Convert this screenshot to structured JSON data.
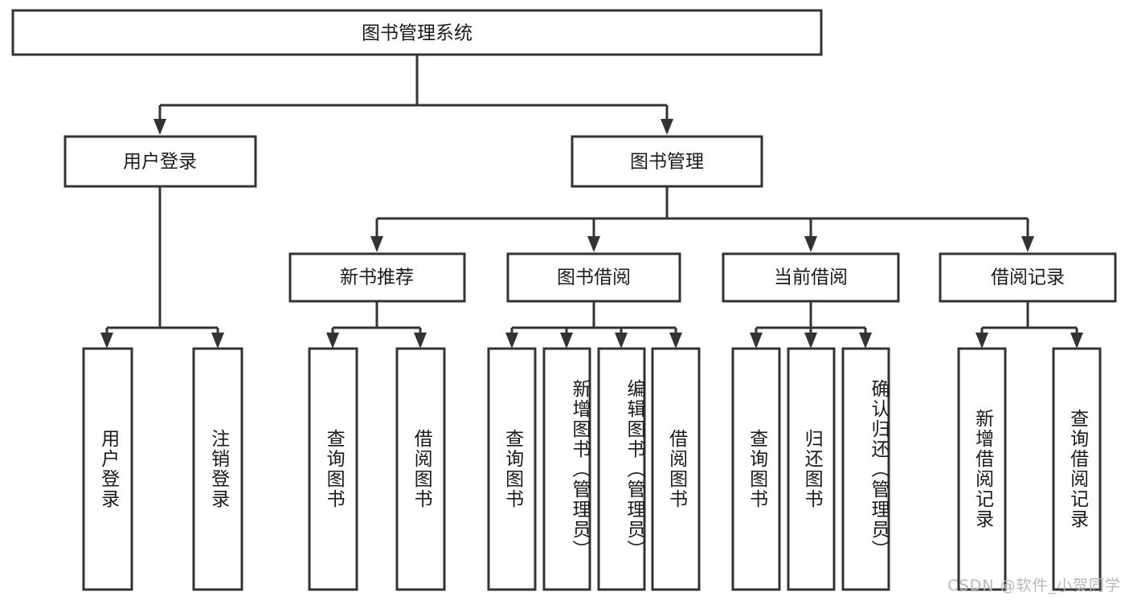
{
  "diagram": {
    "type": "tree",
    "title": "图书管理系统",
    "orientation": "top-down",
    "colors": {
      "stroke": "#333333",
      "box_fill": "#ffffff",
      "text": "#1a1a1a",
      "watermark": "#b8b8b8",
      "background": "#ffffff"
    },
    "levels": [
      {
        "level": 1,
        "nodes": [
          {
            "id": "root",
            "label": "图书管理系统",
            "orientation": "horizontal"
          }
        ]
      },
      {
        "level": 2,
        "nodes": [
          {
            "id": "user-login",
            "label": "用户登录",
            "orientation": "horizontal",
            "parent": "root"
          },
          {
            "id": "book-manage",
            "label": "图书管理",
            "orientation": "horizontal",
            "parent": "root"
          }
        ]
      },
      {
        "level": 3,
        "nodes": [
          {
            "id": "new-book-rec",
            "label": "新书推荐",
            "orientation": "horizontal",
            "parent": "book-manage"
          },
          {
            "id": "book-borrow",
            "label": "图书借阅",
            "orientation": "horizontal",
            "parent": "book-manage"
          },
          {
            "id": "current-borrow",
            "label": "当前借阅",
            "orientation": "horizontal",
            "parent": "book-manage"
          },
          {
            "id": "borrow-record",
            "label": "借阅记录",
            "orientation": "horizontal",
            "parent": "book-manage"
          }
        ]
      },
      {
        "level": 4,
        "nodes": [
          {
            "id": "leaf-user-login",
            "label": "用户登录",
            "orientation": "vertical",
            "parent": "user-login"
          },
          {
            "id": "leaf-logout",
            "label": "注销登录",
            "orientation": "vertical",
            "parent": "user-login"
          },
          {
            "id": "leaf-query-book-1",
            "label": "查询图书",
            "orientation": "vertical",
            "parent": "new-book-rec"
          },
          {
            "id": "leaf-borrow-book-1",
            "label": "借阅图书",
            "orientation": "vertical",
            "parent": "new-book-rec"
          },
          {
            "id": "leaf-query-book-2",
            "label": "查询图书",
            "orientation": "vertical",
            "parent": "book-borrow"
          },
          {
            "id": "leaf-add-book",
            "label": "新增图书（管理员）",
            "orientation": "vertical",
            "parent": "book-borrow"
          },
          {
            "id": "leaf-edit-book",
            "label": "编辑图书（管理员）",
            "orientation": "vertical",
            "parent": "book-borrow"
          },
          {
            "id": "leaf-borrow-book-2",
            "label": "借阅图书",
            "orientation": "vertical",
            "parent": "book-borrow"
          },
          {
            "id": "leaf-query-book-3",
            "label": "查询图书",
            "orientation": "vertical",
            "parent": "current-borrow"
          },
          {
            "id": "leaf-return-book",
            "label": "归还图书",
            "orientation": "vertical",
            "parent": "current-borrow"
          },
          {
            "id": "leaf-confirm-return",
            "label": "确认归还（管理员）",
            "orientation": "vertical",
            "parent": "current-borrow"
          },
          {
            "id": "leaf-add-record",
            "label": "新增借阅记录",
            "orientation": "vertical",
            "parent": "borrow-record"
          },
          {
            "id": "leaf-query-record",
            "label": "查询借阅记录",
            "orientation": "vertical",
            "parent": "borrow-record"
          }
        ]
      }
    ],
    "edges": [
      {
        "from": "root",
        "to": "user-login"
      },
      {
        "from": "root",
        "to": "book-manage"
      },
      {
        "from": "book-manage",
        "to": "new-book-rec"
      },
      {
        "from": "book-manage",
        "to": "book-borrow"
      },
      {
        "from": "book-manage",
        "to": "current-borrow"
      },
      {
        "from": "book-manage",
        "to": "borrow-record"
      },
      {
        "from": "user-login",
        "to": "leaf-user-login"
      },
      {
        "from": "user-login",
        "to": "leaf-logout"
      },
      {
        "from": "new-book-rec",
        "to": "leaf-query-book-1"
      },
      {
        "from": "new-book-rec",
        "to": "leaf-borrow-book-1"
      },
      {
        "from": "book-borrow",
        "to": "leaf-query-book-2"
      },
      {
        "from": "book-borrow",
        "to": "leaf-add-book"
      },
      {
        "from": "book-borrow",
        "to": "leaf-edit-book"
      },
      {
        "from": "book-borrow",
        "to": "leaf-borrow-book-2"
      },
      {
        "from": "current-borrow",
        "to": "leaf-query-book-3"
      },
      {
        "from": "current-borrow",
        "to": "leaf-return-book"
      },
      {
        "from": "current-borrow",
        "to": "leaf-confirm-return"
      },
      {
        "from": "borrow-record",
        "to": "leaf-add-record"
      },
      {
        "from": "borrow-record",
        "to": "leaf-query-record"
      }
    ]
  },
  "watermark": {
    "text": "CSDN @软件_小贺同学"
  }
}
